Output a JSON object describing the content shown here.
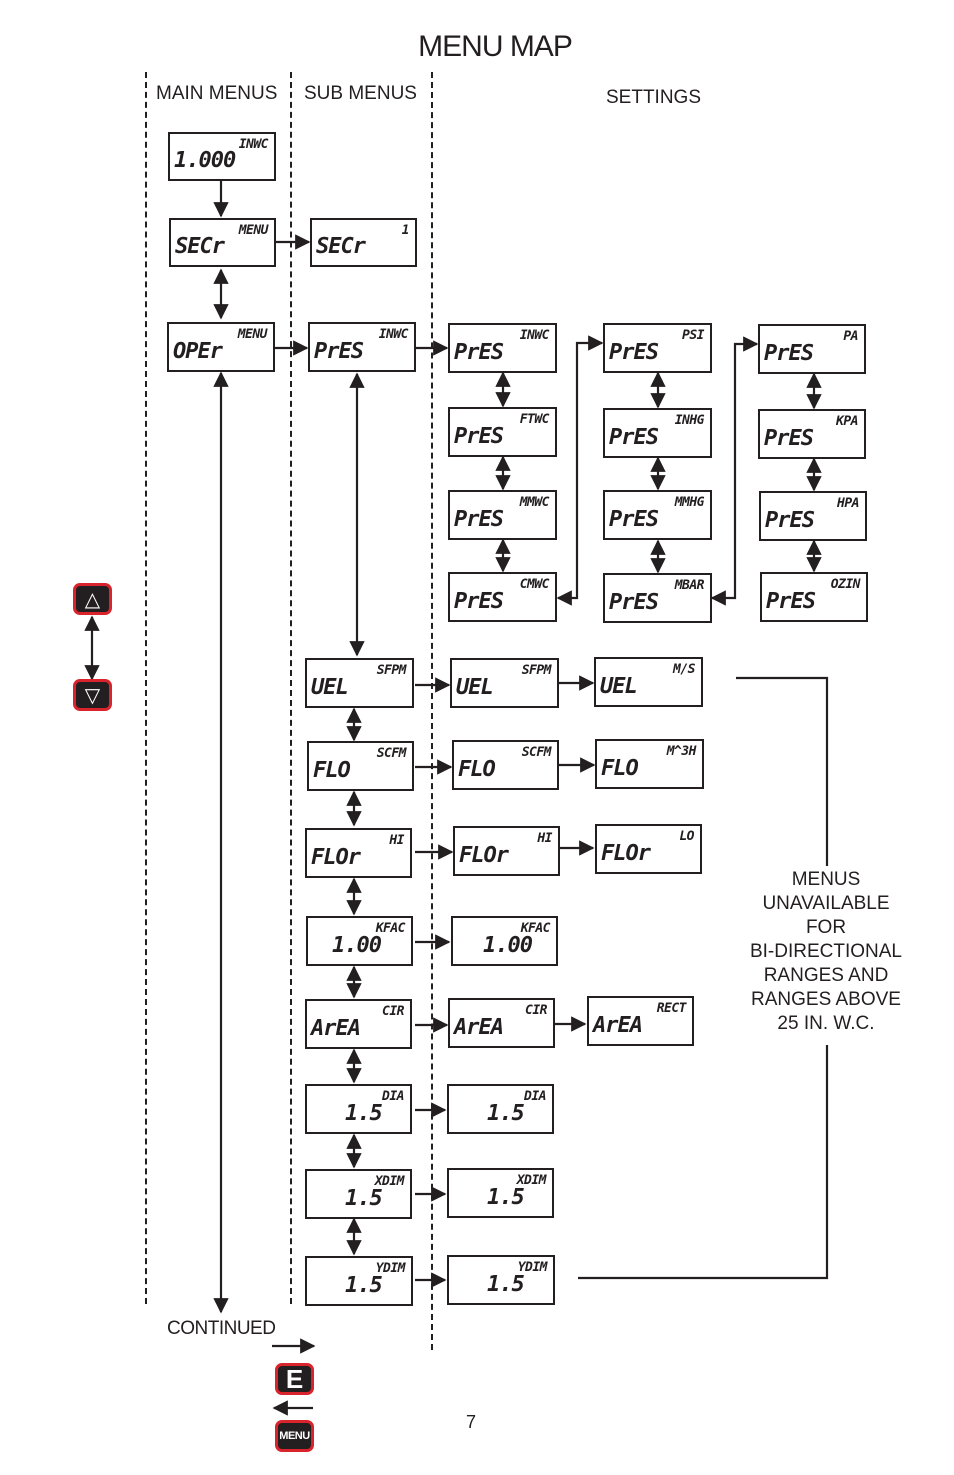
{
  "title": "MENU MAP",
  "columns": {
    "main": "MAIN MENUS",
    "sub": "SUB MENUS",
    "settings": "SETTINGS"
  },
  "displays": [
    {
      "id": "d1",
      "main": "1.000",
      "unit": "INWC"
    },
    {
      "id": "d2",
      "main": "SECr",
      "unit": "MENU"
    },
    {
      "id": "d3",
      "main": "SECr",
      "unit": "1"
    },
    {
      "id": "d4",
      "main": "OPEr",
      "unit": "MENU"
    },
    {
      "id": "d5",
      "main": "PrES",
      "unit": "INWC"
    },
    {
      "id": "d6",
      "main": "PrES",
      "unit": "INWC"
    },
    {
      "id": "d7",
      "main": "PrES",
      "unit": "FTWC"
    },
    {
      "id": "d8",
      "main": "PrES",
      "unit": "MMWC"
    },
    {
      "id": "d9",
      "main": "PrES",
      "unit": "CMWC"
    },
    {
      "id": "d10",
      "main": "PrES",
      "unit": "PSI"
    },
    {
      "id": "d11",
      "main": "PrES",
      "unit": "INHG"
    },
    {
      "id": "d12",
      "main": "PrES",
      "unit": "MMHG"
    },
    {
      "id": "d13",
      "main": "PrES",
      "unit": "MBAR"
    },
    {
      "id": "d14",
      "main": "PrES",
      "unit": "PA"
    },
    {
      "id": "d15",
      "main": "PrES",
      "unit": "KPA"
    },
    {
      "id": "d16",
      "main": "PrES",
      "unit": "HPA"
    },
    {
      "id": "d17",
      "main": "PrES",
      "unit": "OZIN"
    },
    {
      "id": "d18",
      "main": "UEL",
      "unit": "SFPM"
    },
    {
      "id": "d19",
      "main": "UEL",
      "unit": "SFPM"
    },
    {
      "id": "d20",
      "main": "UEL",
      "unit": "M/S"
    },
    {
      "id": "d21",
      "main": "FLO",
      "unit": "SCFM"
    },
    {
      "id": "d22",
      "main": "FLO",
      "unit": "SCFM"
    },
    {
      "id": "d23",
      "main": "FLO",
      "unit": "M^3H"
    },
    {
      "id": "d24",
      "main": "FLOr",
      "unit": "HI"
    },
    {
      "id": "d25",
      "main": "FLOr",
      "unit": "HI"
    },
    {
      "id": "d26",
      "main": "FLOr",
      "unit": "LO"
    },
    {
      "id": "d27",
      "main": "1.00",
      "unit": "KFAC"
    },
    {
      "id": "d28",
      "main": "1.00",
      "unit": "KFAC"
    },
    {
      "id": "d29",
      "main": "ArEA",
      "unit": "CIR"
    },
    {
      "id": "d30",
      "main": "ArEA",
      "unit": "CIR"
    },
    {
      "id": "d31",
      "main": "ArEA",
      "unit": "RECT"
    },
    {
      "id": "d32",
      "main": "1.5",
      "unit": "DIA"
    },
    {
      "id": "d33",
      "main": "1.5",
      "unit": "DIA"
    },
    {
      "id": "d34",
      "main": "1.5",
      "unit": "XDIM"
    },
    {
      "id": "d35",
      "main": "1.5",
      "unit": "XDIM"
    },
    {
      "id": "d36",
      "main": "1.5",
      "unit": "YDIM"
    },
    {
      "id": "d37",
      "main": "1.5",
      "unit": "YDIM"
    }
  ],
  "note": [
    "MENUS",
    "UNAVAILABLE",
    "FOR",
    "BI-DIRECTIONAL",
    "RANGES AND",
    "RANGES ABOVE",
    "25 IN. W.C."
  ],
  "continued": "CONTINUED",
  "keys": {
    "enter": "E",
    "menu": "MENU",
    "up": "△",
    "down": "▽"
  },
  "page_number": "7"
}
